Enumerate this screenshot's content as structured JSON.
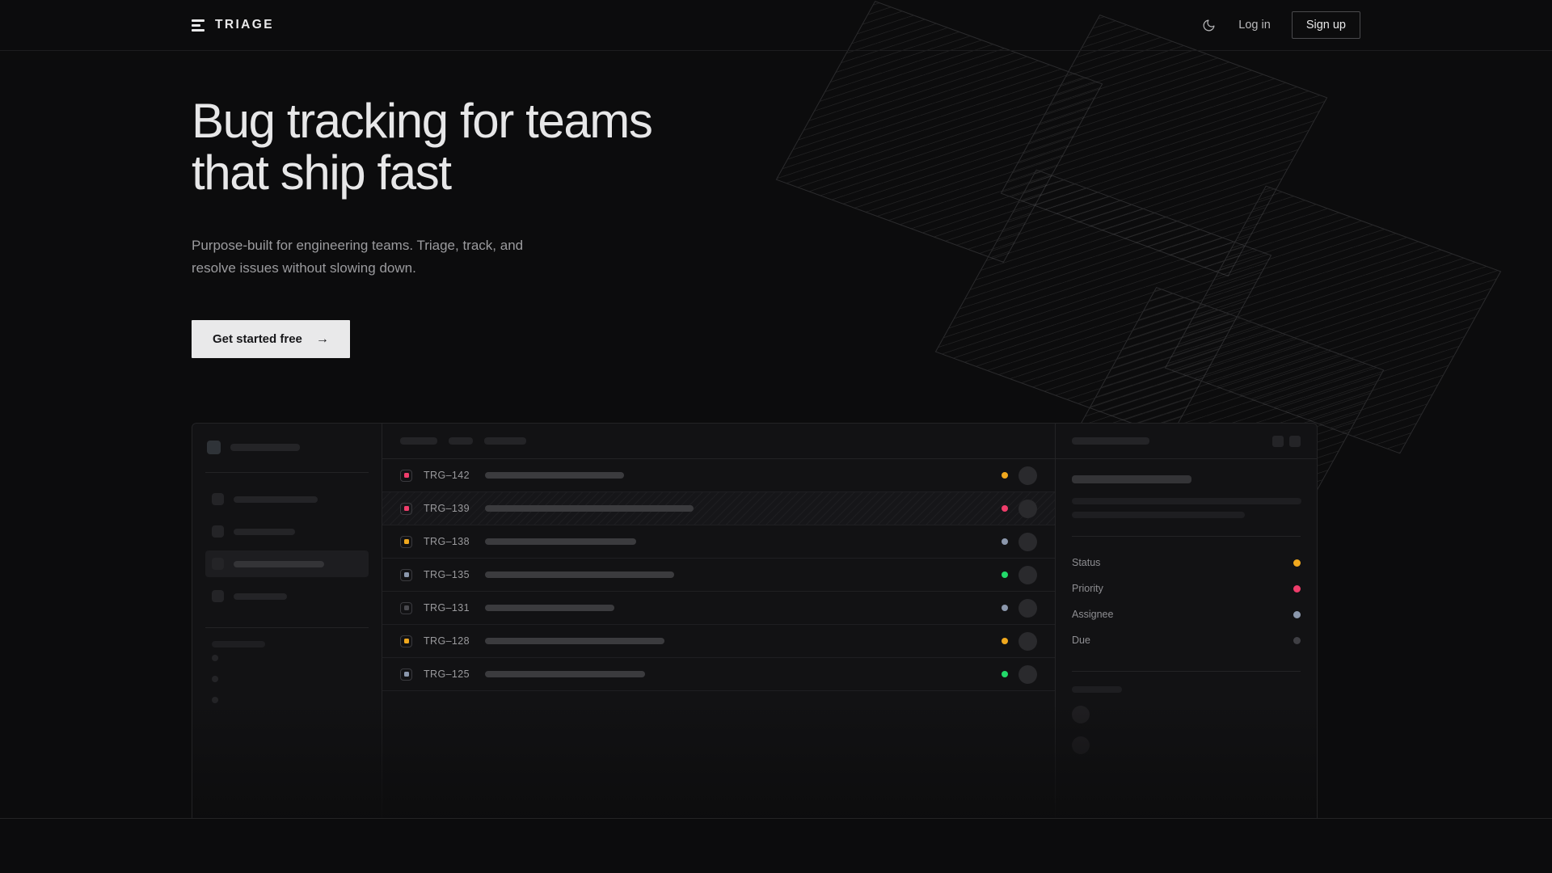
{
  "brand": {
    "name": "TRIAGE",
    "logo_icon": "stacked-bars-icon"
  },
  "header": {
    "theme_toggle_icon": "moon-icon",
    "login_label": "Log in",
    "signup_label": "Sign up"
  },
  "hero": {
    "headline": "Bug tracking for teams\nthat ship fast",
    "subtitle": "Purpose-built for engineering teams. Triage, track, and\nresolve issues without slowing down.",
    "cta_label": "Get started free",
    "cta_arrow": "→"
  },
  "colors": {
    "page_bg": "#0c0c0d",
    "panel_bg": "#121214",
    "border": "#232325",
    "text_primary": "#e7e7e8",
    "text_muted": "#9b9b9e",
    "cta_bg": "#e9e9ea",
    "status_amber": "#f0a81e",
    "status_pink": "#ef3d6b",
    "status_green": "#22d96a",
    "status_slate": "#8b97ac",
    "status_gray": "#3f3f44"
  },
  "app": {
    "sidebar": {
      "logo_placeholder": true,
      "items": [
        {
          "name": "nav-item-1",
          "active": false,
          "width": 104
        },
        {
          "name": "nav-item-2",
          "active": false,
          "width": 76
        },
        {
          "name": "nav-item-3",
          "active": true,
          "width": 112
        },
        {
          "name": "nav-item-4",
          "active": false,
          "width": 66
        }
      ],
      "section_label_width": 66,
      "mini_items": 3
    },
    "list": {
      "tabs": [
        {
          "width": 46
        },
        {
          "width": 30
        },
        {
          "width": 52
        }
      ],
      "rows": [
        {
          "id": "TRG–142",
          "priority_color": "#ef3d6b",
          "title_width": 172,
          "status_color": "#f0a81e",
          "selected": false
        },
        {
          "id": "TRG–139",
          "priority_color": "#ef3d6b",
          "title_width": 258,
          "status_color": "#ef3d6b",
          "selected": true
        },
        {
          "id": "TRG–138",
          "priority_color": "#f0a81e",
          "title_width": 187,
          "status_color": "#8b97ac",
          "selected": false
        },
        {
          "id": "TRG–135",
          "priority_color": "#8b97ac",
          "title_width": 234,
          "status_color": "#22d96a",
          "selected": false
        },
        {
          "id": "TRG–131",
          "priority_color": "#4a4a4f",
          "title_width": 160,
          "status_color": "#8b97ac",
          "selected": false
        },
        {
          "id": "TRG–128",
          "priority_color": "#f0a81e",
          "title_width": 222,
          "status_color": "#f0a81e",
          "selected": false
        },
        {
          "id": "TRG–125",
          "priority_color": "#8b97ac",
          "title_width": 198,
          "status_color": "#22d96a",
          "selected": false
        }
      ]
    },
    "detail": {
      "header_skeleton_width": 96,
      "title_skeleton_width": 148,
      "body_lines": [
        284,
        214
      ],
      "meta": [
        {
          "label": "Status",
          "color": "#f0a81e"
        },
        {
          "label": "Priority",
          "color": "#ef3d6b"
        },
        {
          "label": "Assignee",
          "color": "#8b97ac"
        },
        {
          "label": "Due",
          "color": "#3f3f44"
        }
      ],
      "activity_label_width": 62,
      "activity_avatars": 2
    }
  }
}
